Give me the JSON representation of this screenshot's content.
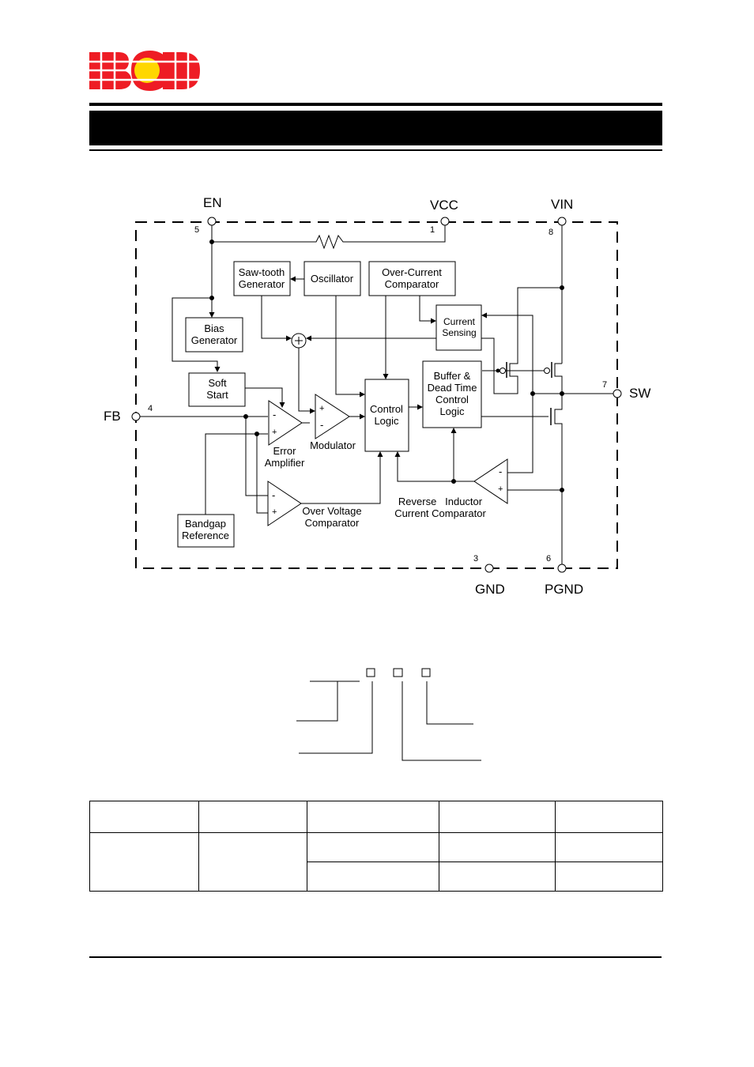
{
  "logo": {
    "text": "BCD",
    "red": "#ee1c24",
    "yellow": "#ffd700"
  },
  "diagram": {
    "pins": {
      "en": {
        "label": "EN",
        "number": "5"
      },
      "vcc": {
        "label": "VCC",
        "number": "1"
      },
      "vin": {
        "label": "VIN",
        "number": "8"
      },
      "sw": {
        "label": "SW",
        "number": "7"
      },
      "fb": {
        "label": "FB",
        "number": "4"
      },
      "gnd": {
        "label": "GND",
        "number": "3"
      },
      "pgnd": {
        "label": "PGND",
        "number": "6"
      }
    },
    "blocks": {
      "sawtooth": [
        "Saw-tooth",
        "Generator"
      ],
      "oscillator": [
        "Oscillator"
      ],
      "overcurrent": [
        "Over-Current",
        "Comparator"
      ],
      "current_sensing": [
        "Current",
        "Sensing"
      ],
      "bias": [
        "Bias",
        "Generator"
      ],
      "soft_start": [
        "Soft",
        "Start"
      ],
      "buffer": [
        "Buffer &",
        "Dead Time",
        "Control",
        "Logic"
      ],
      "control_logic": [
        "Control",
        "Logic"
      ],
      "bandgap": [
        "Bandgap",
        "Reference"
      ]
    },
    "labels": {
      "error_amp": [
        "Error",
        "Amplifier"
      ],
      "modulator": "Modulator",
      "ovp": [
        "Over Voltage",
        "Comparator"
      ],
      "reverse": [
        "Reverse   Inductor",
        "Current Comparator"
      ],
      "plus": "+",
      "minus": "-"
    }
  }
}
